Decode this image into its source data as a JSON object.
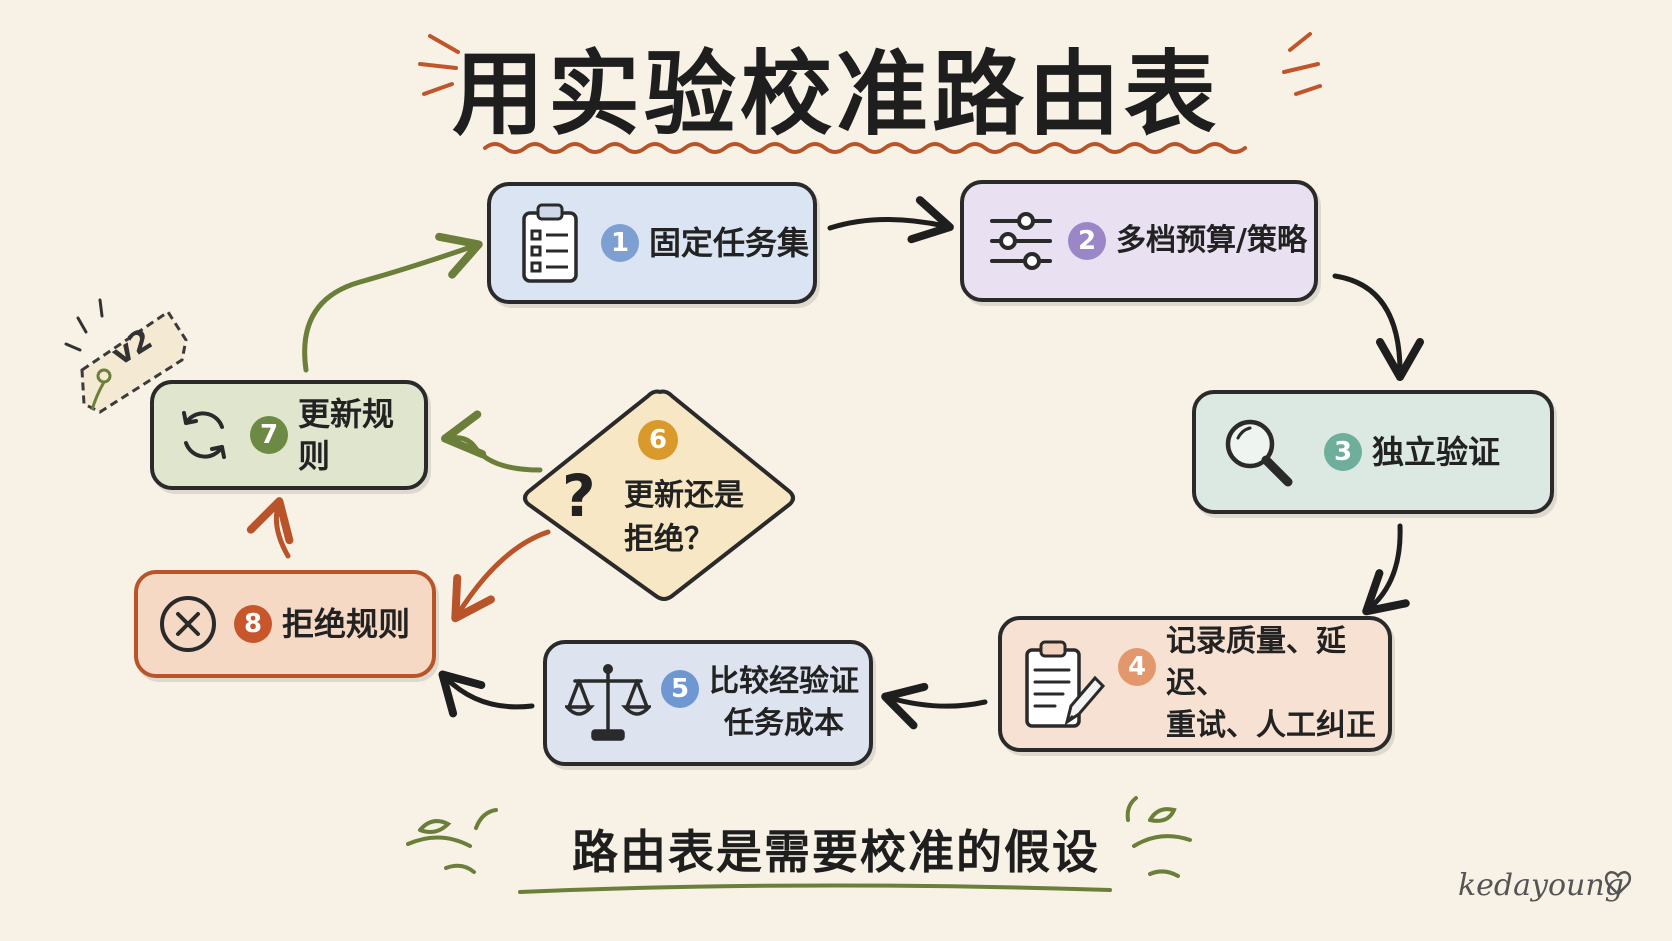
{
  "title": "用实验校准路由表",
  "steps": [
    {
      "num": "1",
      "label": "固定任务集",
      "icon": "clipboard-checklist-icon"
    },
    {
      "num": "2",
      "label": "多档预算/策略",
      "icon": "sliders-icon"
    },
    {
      "num": "3",
      "label": "独立验证",
      "icon": "magnifier-icon"
    },
    {
      "num": "4",
      "label_line1": "记录质量、延迟、",
      "label_line2": "重试、人工纠正",
      "icon": "clipboard-pencil-icon"
    },
    {
      "num": "5",
      "label_line1": "比较经验证",
      "label_line2": "任务成本",
      "icon": "balance-scale-icon"
    },
    {
      "num": "6",
      "label_line1": "更新还是",
      "label_line2": "拒绝？",
      "icon": "question-mark-icon"
    },
    {
      "num": "7",
      "label": "更新规则",
      "icon": "refresh-icon"
    },
    {
      "num": "8",
      "label": "拒绝规则",
      "icon": "circle-x-icon"
    }
  ],
  "version_tag": "v2",
  "footer": "路由表是需要校准的假设",
  "signature": "kedayoung",
  "colors": {
    "step1_fill": "#dbe4f2",
    "step1_badge": "#7d9fd2",
    "step2_fill": "#e9e0f1",
    "step2_badge": "#9b86c8",
    "step3_fill": "#dce9e2",
    "step3_badge": "#6fae9b",
    "step4_fill": "#f7e1d2",
    "step4_badge": "#e2976c",
    "step5_fill": "#dde3ef",
    "step5_badge": "#6f98d3",
    "step6_fill": "#f7e7c4",
    "step6_badge": "#d99a2b",
    "step7_fill": "#e0e6cd",
    "step7_badge": "#6c8a43",
    "step8_fill": "#f6d9c4",
    "step8_badge": "#c7562a",
    "arrow_dark": "#1e1e1e",
    "arrow_green": "#6b7f3a",
    "arrow_rust": "#b8532a"
  }
}
